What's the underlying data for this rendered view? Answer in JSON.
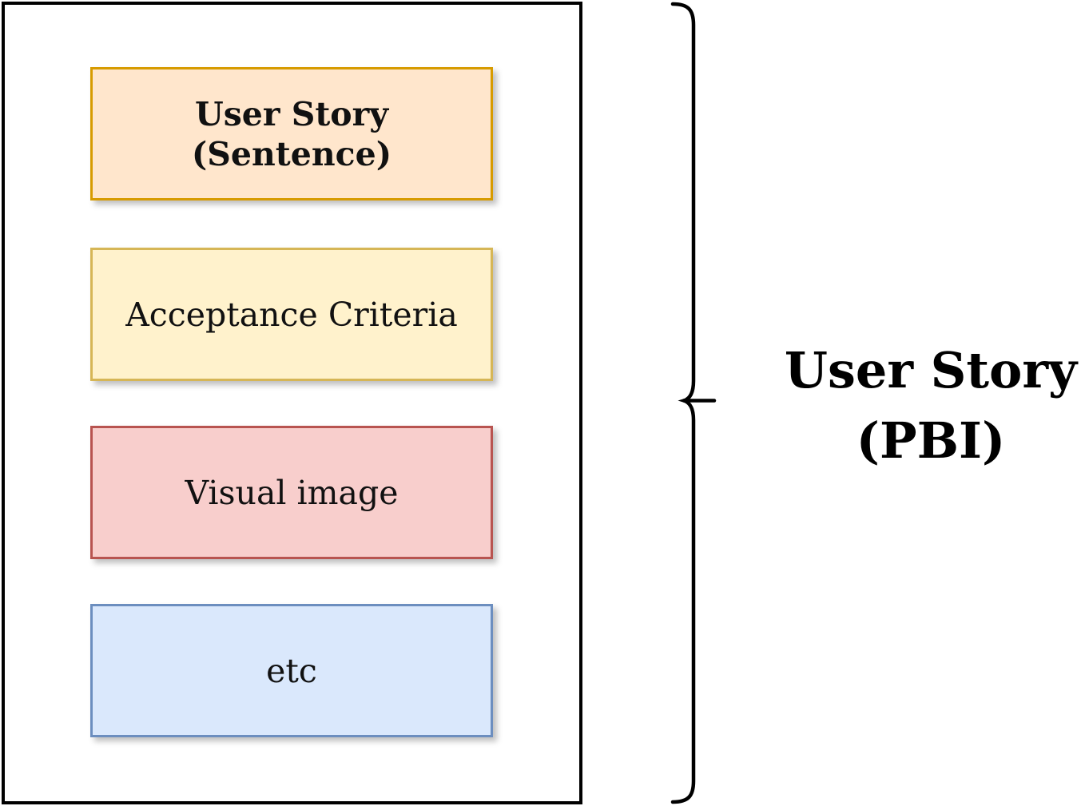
{
  "diagram": {
    "boxes": [
      {
        "id": "user-story-sentence",
        "lines": [
          "User Story",
          "(Sentence)"
        ],
        "fill": "#FFE6CC",
        "border": "#D79B00",
        "bold": true
      },
      {
        "id": "acceptance-criteria",
        "lines": [
          "Acceptance Criteria"
        ],
        "fill": "#FFF2CC",
        "border": "#D6B656",
        "bold": false
      },
      {
        "id": "visual-image",
        "lines": [
          "Visual image"
        ],
        "fill": "#F8CECC",
        "border": "#B85450",
        "bold": false
      },
      {
        "id": "etc",
        "lines": [
          "etc"
        ],
        "fill": "#DAE8FC",
        "border": "#6C8EBF",
        "bold": false
      }
    ],
    "brace_label": {
      "lines": [
        "User Story",
        "(PBI)"
      ]
    },
    "colors": {
      "container_border": "#000000",
      "background": "#FFFFFF",
      "brace": "#000000",
      "text": "#111111"
    }
  }
}
